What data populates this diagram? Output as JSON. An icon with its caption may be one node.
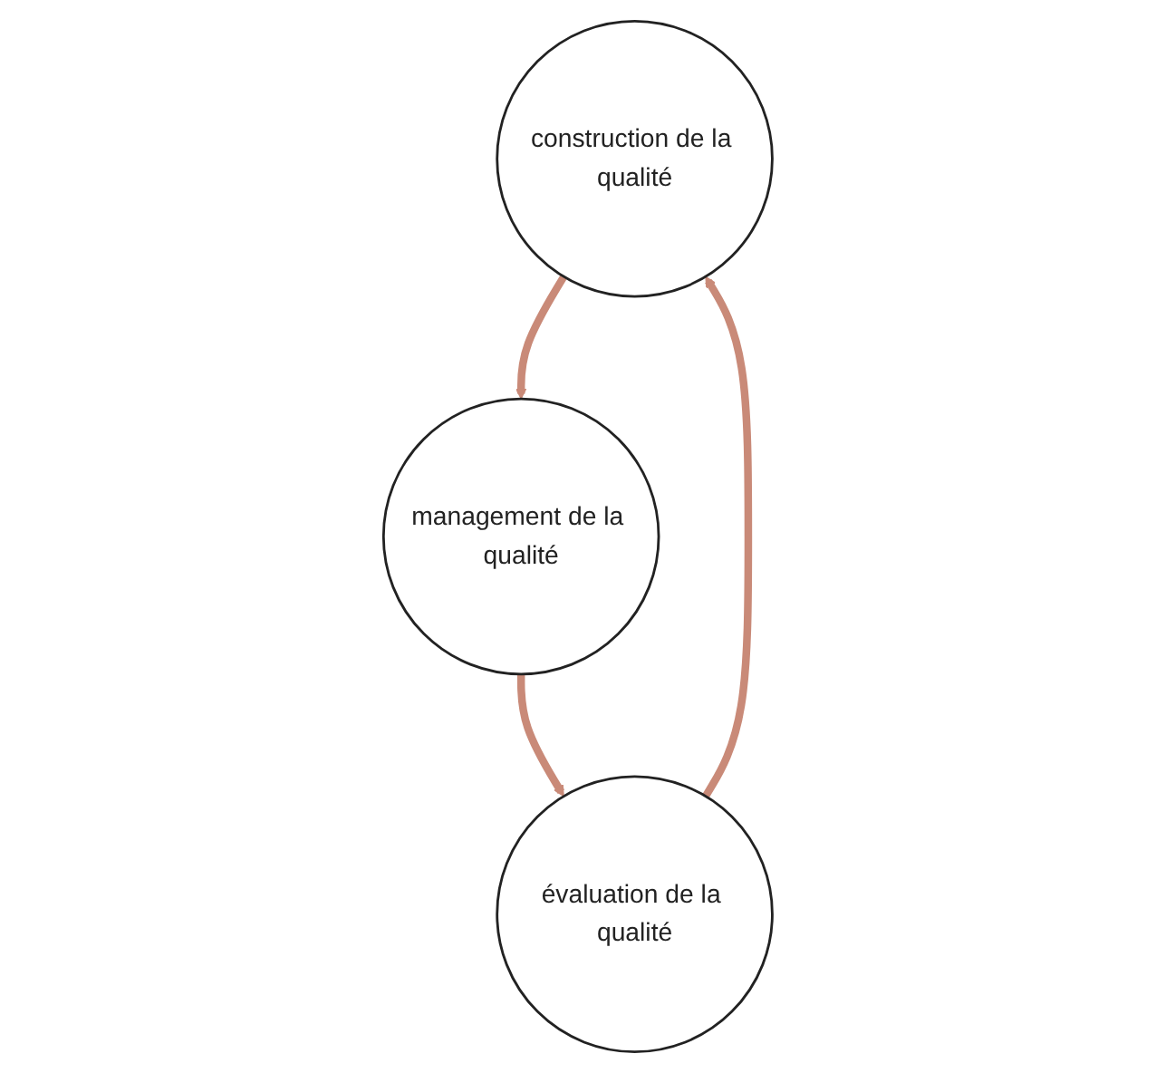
{
  "diagram": {
    "nodes": [
      {
        "text": [
          "construction de la qualité"
        ]
      },
      {
        "text": [
          "management de la qualité"
        ]
      },
      {
        "text": [
          "évaluation de la qualité"
        ]
      }
    ],
    "edges": [
      {
        "from": 0,
        "to": 1,
        "arrow": "to"
      },
      {
        "from": 1,
        "to": 2,
        "arrow": "to"
      },
      {
        "from": 2,
        "to": 0,
        "arrow": "to"
      }
    ]
  }
}
